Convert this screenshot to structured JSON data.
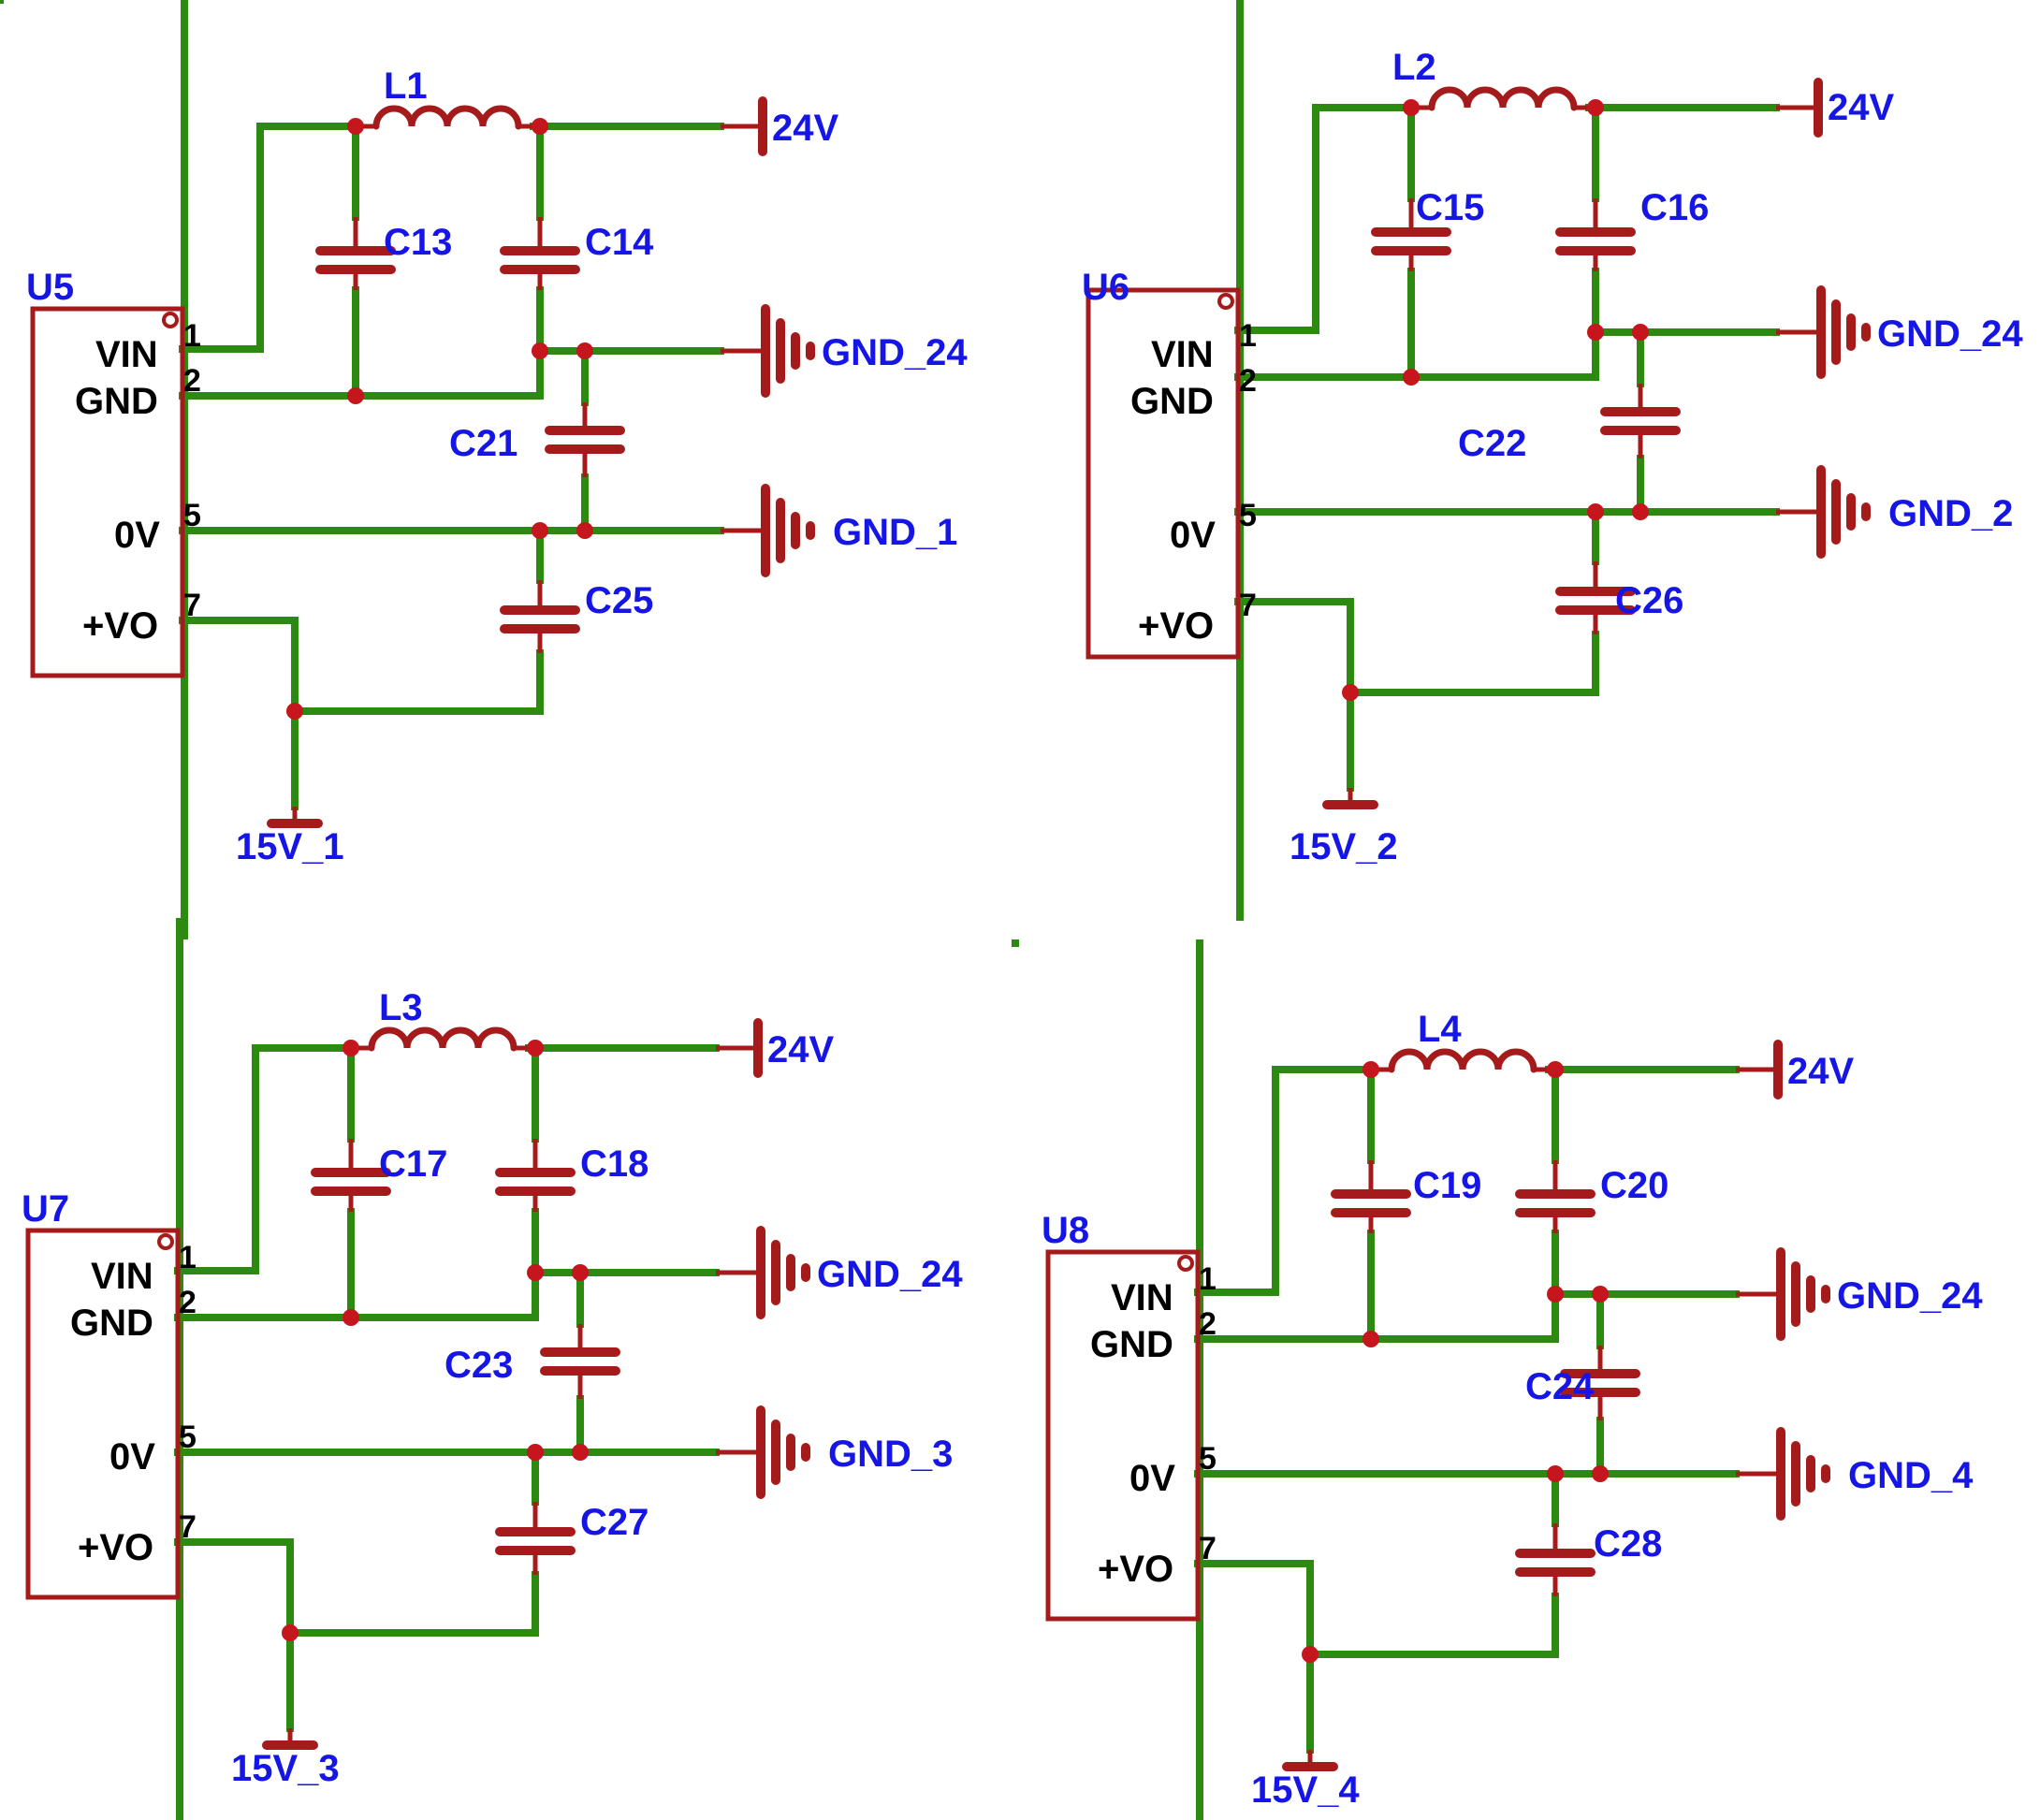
{
  "diagram": {
    "modules": [
      {
        "ref": "U5",
        "inductor": "L1",
        "c_in": "C13",
        "c_out": "C14",
        "c_iso": "C21",
        "c_vo": "C25",
        "vin_net": "24V",
        "gnd_in_net": "GND_24",
        "gnd_out_net": "GND_1",
        "vo_net": "15V_1",
        "pins": [
          {
            "name": "VIN",
            "num": "1"
          },
          {
            "name": "GND",
            "num": "2"
          },
          {
            "name": "0V",
            "num": "5"
          },
          {
            "name": "+VO",
            "num": "7"
          }
        ]
      },
      {
        "ref": "U6",
        "inductor": "L2",
        "c_in": "C15",
        "c_out": "C16",
        "c_iso": "C22",
        "c_vo": "C26",
        "vin_net": "24V",
        "gnd_in_net": "GND_24",
        "gnd_out_net": "GND_2",
        "vo_net": "15V_2",
        "pins": [
          {
            "name": "VIN",
            "num": "1"
          },
          {
            "name": "GND",
            "num": "2"
          },
          {
            "name": "0V",
            "num": "5"
          },
          {
            "name": "+VO",
            "num": "7"
          }
        ]
      },
      {
        "ref": "U7",
        "inductor": "L3",
        "c_in": "C17",
        "c_out": "C18",
        "c_iso": "C23",
        "c_vo": "C27",
        "vin_net": "24V",
        "gnd_in_net": "GND_24",
        "gnd_out_net": "GND_3",
        "vo_net": "15V_3",
        "pins": [
          {
            "name": "VIN",
            "num": "1"
          },
          {
            "name": "GND",
            "num": "2"
          },
          {
            "name": "0V",
            "num": "5"
          },
          {
            "name": "+VO",
            "num": "7"
          }
        ]
      },
      {
        "ref": "U8",
        "inductor": "L4",
        "c_in": "C19",
        "c_out": "C20",
        "c_iso": "C24",
        "c_vo": "C28",
        "vin_net": "24V",
        "gnd_in_net": "GND_24",
        "gnd_out_net": "GND_4",
        "vo_net": "15V_4",
        "pins": [
          {
            "name": "VIN",
            "num": "1"
          },
          {
            "name": "GND",
            "num": "2"
          },
          {
            "name": "0V",
            "num": "5"
          },
          {
            "name": "+VO",
            "num": "7"
          }
        ]
      }
    ]
  },
  "colors": {
    "wire": "#2b8a0f",
    "component": "#a51b1b",
    "junction": "#c4161c",
    "designator_text": "#1515e6",
    "pin_text": "#000000"
  }
}
